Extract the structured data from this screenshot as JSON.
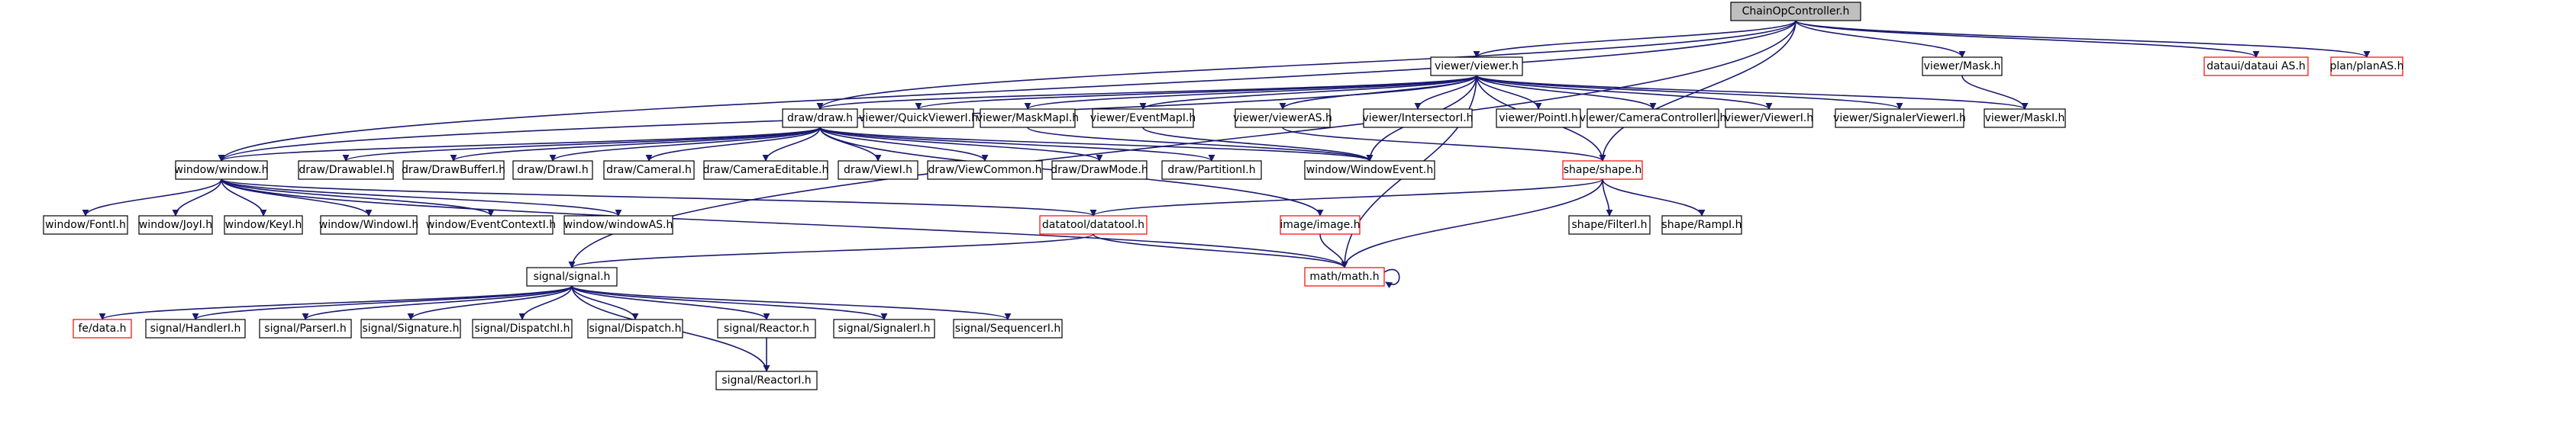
{
  "diagram": {
    "type": "include-dependency-graph",
    "colors": {
      "edge": "#191970",
      "node_border": "#000000",
      "missing_node_border": "#ff0000",
      "root_fill": "#bfbfbf"
    },
    "nodes": [
      {
        "id": "root",
        "label": "ChainOpController.h",
        "style": "root"
      },
      {
        "id": "viewer",
        "label": "viewer/viewer.h",
        "style": "normal"
      },
      {
        "id": "mask",
        "label": "viewer/Mask.h",
        "style": "normal"
      },
      {
        "id": "dataui",
        "label": "dataui/dataui AS.h",
        "style": "red"
      },
      {
        "id": "plan",
        "label": "plan/planAS.h",
        "style": "red"
      },
      {
        "id": "draw",
        "label": "draw/draw.h",
        "style": "normal"
      },
      {
        "id": "quick",
        "label": "viewer/QuickViewerI.h",
        "style": "normal"
      },
      {
        "id": "maskmap",
        "label": "viewer/MaskMapI.h",
        "style": "normal"
      },
      {
        "id": "eventmap",
        "label": "viewer/EventMapI.h",
        "style": "normal"
      },
      {
        "id": "vieweras",
        "label": "viewer/viewerAS.h",
        "style": "normal"
      },
      {
        "id": "intersector",
        "label": "viewer/IntersectorI.h",
        "style": "normal"
      },
      {
        "id": "point",
        "label": "viewer/PointI.h",
        "style": "normal"
      },
      {
        "id": "camctrl",
        "label": "viewer/CameraControllerI.h",
        "style": "normal"
      },
      {
        "id": "vieweri",
        "label": "viewer/ViewerI.h",
        "style": "normal"
      },
      {
        "id": "signaler",
        "label": "viewer/SignalerViewerI.h",
        "style": "normal"
      },
      {
        "id": "maski",
        "label": "viewer/MaskI.h",
        "style": "normal"
      },
      {
        "id": "window",
        "label": "window/window.h",
        "style": "normal"
      },
      {
        "id": "drawable",
        "label": "draw/DrawableI.h",
        "style": "normal"
      },
      {
        "id": "drawbuffer",
        "label": "draw/DrawBufferI.h",
        "style": "normal"
      },
      {
        "id": "drawi",
        "label": "draw/DrawI.h",
        "style": "normal"
      },
      {
        "id": "camera",
        "label": "draw/CameraI.h",
        "style": "normal"
      },
      {
        "id": "camedit",
        "label": "draw/CameraEditable.h",
        "style": "normal"
      },
      {
        "id": "viewi",
        "label": "draw/ViewI.h",
        "style": "normal"
      },
      {
        "id": "viewcommon",
        "label": "draw/ViewCommon.h",
        "style": "normal"
      },
      {
        "id": "drawmode",
        "label": "draw/DrawMode.h",
        "style": "normal"
      },
      {
        "id": "partition",
        "label": "draw/PartitionI.h",
        "style": "normal"
      },
      {
        "id": "winevent",
        "label": "window/WindowEvent.h",
        "style": "normal"
      },
      {
        "id": "shape",
        "label": "shape/shape.h",
        "style": "red"
      },
      {
        "id": "fonti",
        "label": "window/FontI.h",
        "style": "normal"
      },
      {
        "id": "joyi",
        "label": "window/JoyI.h",
        "style": "normal"
      },
      {
        "id": "keyi",
        "label": "window/KeyI.h",
        "style": "normal"
      },
      {
        "id": "windowi",
        "label": "window/WindowI.h",
        "style": "normal"
      },
      {
        "id": "evctx",
        "label": "window/EventContextI.h",
        "style": "normal"
      },
      {
        "id": "windowas",
        "label": "window/windowAS.h",
        "style": "normal"
      },
      {
        "id": "datatool",
        "label": "datatool/datatool.h",
        "style": "red"
      },
      {
        "id": "image",
        "label": "image/image.h",
        "style": "red"
      },
      {
        "id": "filter",
        "label": "shape/FilterI.h",
        "style": "normal"
      },
      {
        "id": "ramp",
        "label": "shape/RampI.h",
        "style": "normal"
      },
      {
        "id": "signal",
        "label": "signal/signal.h",
        "style": "normal"
      },
      {
        "id": "math",
        "label": "math/math.h",
        "style": "red"
      },
      {
        "id": "fedata",
        "label": "fe/data.h",
        "style": "red"
      },
      {
        "id": "handler",
        "label": "signal/HandlerI.h",
        "style": "normal"
      },
      {
        "id": "parser",
        "label": "signal/ParserI.h",
        "style": "normal"
      },
      {
        "id": "signature",
        "label": "signal/Signature.h",
        "style": "normal"
      },
      {
        "id": "dispatchi",
        "label": "signal/DispatchI.h",
        "style": "normal"
      },
      {
        "id": "dispatch",
        "label": "signal/Dispatch.h",
        "style": "normal"
      },
      {
        "id": "reactor",
        "label": "signal/Reactor.h",
        "style": "normal"
      },
      {
        "id": "signaleri",
        "label": "signal/SignalerI.h",
        "style": "normal"
      },
      {
        "id": "sequencer",
        "label": "signal/SequencerI.h",
        "style": "normal"
      },
      {
        "id": "reactori",
        "label": "signal/ReactorI.h",
        "style": "normal"
      }
    ],
    "edges": [
      [
        "root",
        "viewer"
      ],
      [
        "root",
        "mask"
      ],
      [
        "root",
        "dataui"
      ],
      [
        "root",
        "plan"
      ],
      [
        "root",
        "draw"
      ],
      [
        "root",
        "window"
      ],
      [
        "root",
        "shape"
      ],
      [
        "root",
        "signal"
      ],
      [
        "viewer",
        "draw"
      ],
      [
        "viewer",
        "quick"
      ],
      [
        "viewer",
        "maskmap"
      ],
      [
        "viewer",
        "eventmap"
      ],
      [
        "viewer",
        "vieweras"
      ],
      [
        "viewer",
        "intersector"
      ],
      [
        "viewer",
        "point"
      ],
      [
        "viewer",
        "camctrl"
      ],
      [
        "viewer",
        "vieweri"
      ],
      [
        "viewer",
        "signaler"
      ],
      [
        "viewer",
        "maski"
      ],
      [
        "viewer",
        "window"
      ],
      [
        "viewer",
        "winevent"
      ],
      [
        "viewer",
        "shape"
      ],
      [
        "viewer",
        "math"
      ],
      [
        "mask",
        "maski"
      ],
      [
        "draw",
        "window"
      ],
      [
        "draw",
        "drawable"
      ],
      [
        "draw",
        "drawbuffer"
      ],
      [
        "draw",
        "drawi"
      ],
      [
        "draw",
        "camera"
      ],
      [
        "draw",
        "camedit"
      ],
      [
        "draw",
        "viewi"
      ],
      [
        "draw",
        "viewcommon"
      ],
      [
        "draw",
        "drawmode"
      ],
      [
        "draw",
        "partition"
      ],
      [
        "draw",
        "image"
      ],
      [
        "draw",
        "winevent"
      ],
      [
        "maskmap",
        "winevent"
      ],
      [
        "eventmap",
        "winevent"
      ],
      [
        "vieweras",
        "shape"
      ],
      [
        "window",
        "fonti"
      ],
      [
        "window",
        "joyi"
      ],
      [
        "window",
        "keyi"
      ],
      [
        "window",
        "windowi"
      ],
      [
        "window",
        "evctx"
      ],
      [
        "window",
        "windowas"
      ],
      [
        "window",
        "datatool"
      ],
      [
        "window",
        "math"
      ],
      [
        "shape",
        "datatool"
      ],
      [
        "shape",
        "filter"
      ],
      [
        "shape",
        "ramp"
      ],
      [
        "shape",
        "math"
      ],
      [
        "datatool",
        "signal"
      ],
      [
        "datatool",
        "math"
      ],
      [
        "image",
        "math"
      ],
      [
        "math",
        "math"
      ],
      [
        "signal",
        "fedata"
      ],
      [
        "signal",
        "handler"
      ],
      [
        "signal",
        "parser"
      ],
      [
        "signal",
        "signature"
      ],
      [
        "signal",
        "dispatchi"
      ],
      [
        "signal",
        "dispatch"
      ],
      [
        "signal",
        "reactor"
      ],
      [
        "signal",
        "signaleri"
      ],
      [
        "signal",
        "sequencer"
      ],
      [
        "signal",
        "reactori"
      ],
      [
        "reactor",
        "reactori"
      ]
    ]
  }
}
